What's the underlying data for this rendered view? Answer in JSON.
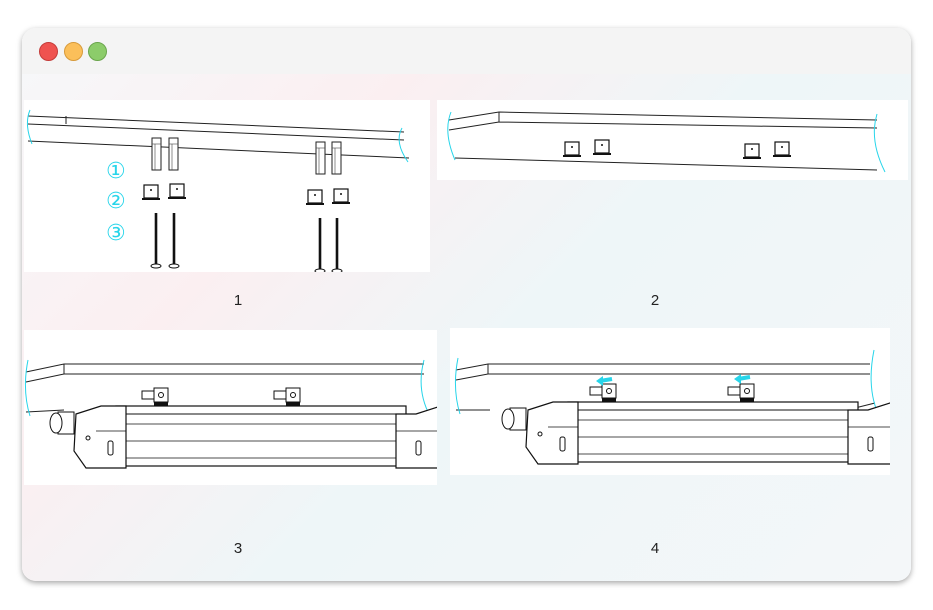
{
  "window": {
    "controls": [
      "close",
      "minimize",
      "maximize"
    ],
    "accent_color": "#27d5ea"
  },
  "steps": [
    {
      "label": "1",
      "markers": [
        "①",
        "②",
        "③"
      ]
    },
    {
      "label": "2"
    },
    {
      "label": "3"
    },
    {
      "label": "4"
    }
  ]
}
